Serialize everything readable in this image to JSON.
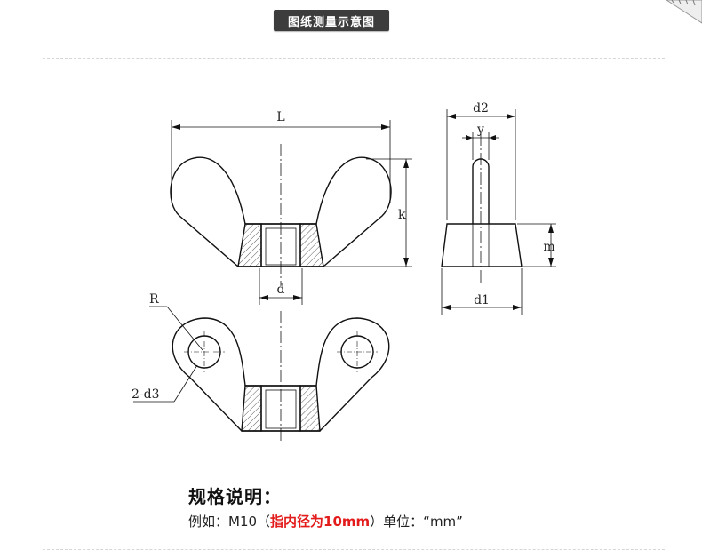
{
  "header": {
    "title": "图纸测量示意图"
  },
  "labels": {
    "L": "L",
    "k": "k",
    "d": "d",
    "d2": "d2",
    "y": "y",
    "m": "m",
    "d1": "d1",
    "R": "R",
    "d3": "2-d3"
  },
  "spec": {
    "title": "规格说明：",
    "example_prefix": "例如：M10（",
    "example_highlight": "指内径为10mm",
    "example_suffix": "）单位：“mm”"
  },
  "colors": {
    "highlight": "#e31b1b",
    "badge": "#3c3c3c"
  }
}
